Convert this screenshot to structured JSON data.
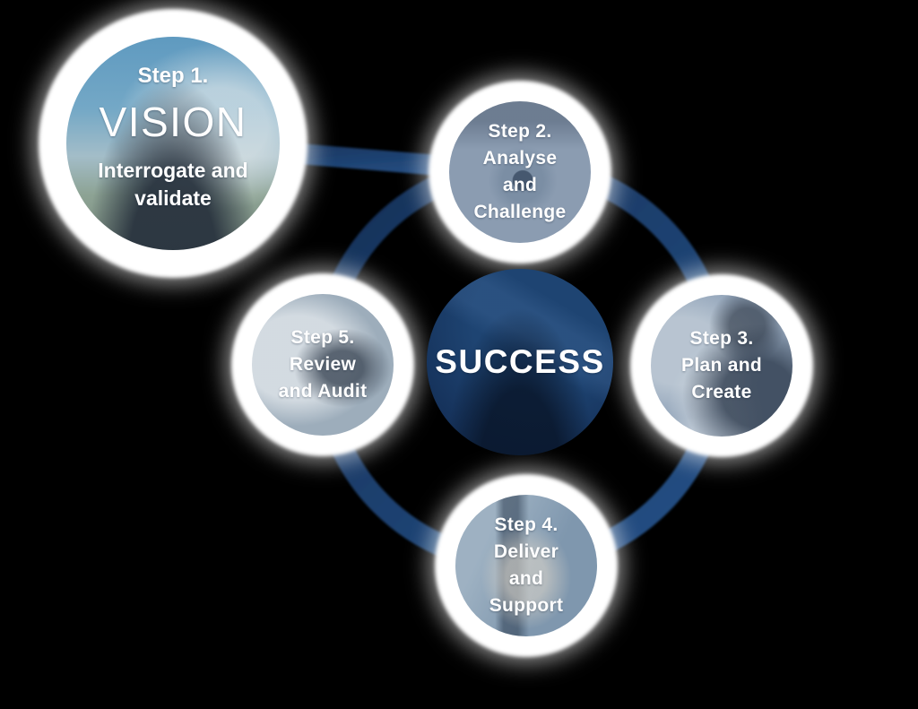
{
  "colors": {
    "background": "#000000",
    "ring": "#1b3f6e",
    "ring_dark": "#142f56",
    "ring_light": "#265187",
    "halo": "#ffffff",
    "success_fill": "#16335c",
    "text": "#ffffff"
  },
  "center": {
    "label": "SUCCESS",
    "photo": "silhouette-photo"
  },
  "steps": [
    {
      "name": "step-1",
      "photo": "hands-framing-sky-photo",
      "step_label": "Step 1.",
      "title": "VISION",
      "lines": [
        "Interrogate and",
        "validate"
      ]
    },
    {
      "name": "step-2",
      "photo": "eye-closeup-photo",
      "lines": [
        "Step 2.",
        "Analyse",
        "and",
        "Challenge"
      ]
    },
    {
      "name": "step-3",
      "photo": "business-meeting-photo",
      "lines": [
        "Step 3.",
        "Plan and",
        "Create"
      ]
    },
    {
      "name": "step-4",
      "photo": "handshake-photo",
      "lines": [
        "Step 4.",
        "Deliver",
        "and",
        "Support"
      ]
    },
    {
      "name": "step-5",
      "photo": "presenter-flipchart-photo",
      "lines": [
        "Step 5.",
        "Review",
        "and Audit"
      ]
    }
  ]
}
